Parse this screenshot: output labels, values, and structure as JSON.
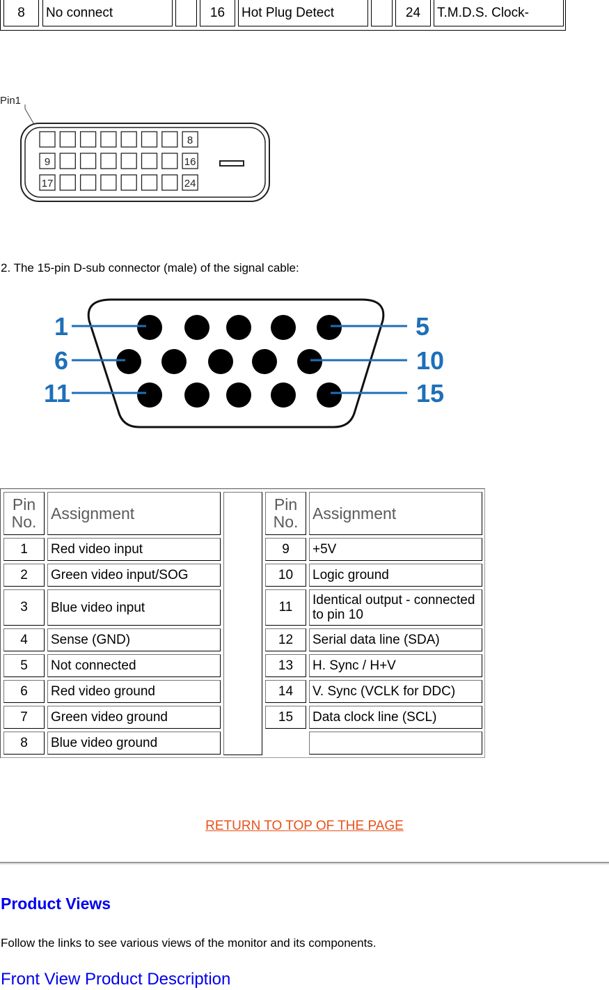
{
  "dvi_row": {
    "pin_a": "8",
    "label_a": "No connect",
    "pin_b": "16",
    "label_b": "Hot Plug Detect",
    "pin_c": "24",
    "label_c": "T.M.D.S. Clock-"
  },
  "dvi_diagram": {
    "pin1_label": "Pin1",
    "row_labels": [
      "8",
      "9",
      "16",
      "17",
      "24"
    ]
  },
  "vga_caption": "2. The 15-pin D-sub connector (male) of the signal cable:",
  "vga_diagram": {
    "labels": [
      "1",
      "5",
      "6",
      "10",
      "11",
      "15"
    ],
    "accent_color": "#1e6fb8"
  },
  "pin_table": {
    "header_pin_line1": "Pin",
    "header_pin_line2": "No.",
    "header_assignment": "Assignment",
    "left_rows": [
      {
        "pin": "1",
        "assignment": "Red video input"
      },
      {
        "pin": "2",
        "assignment": "Green video input/SOG"
      },
      {
        "pin": "3",
        "assignment": "Blue video input"
      },
      {
        "pin": "4",
        "assignment": "Sense (GND)"
      },
      {
        "pin": "5",
        "assignment": "Not connected"
      },
      {
        "pin": "6",
        "assignment": "Red video ground"
      },
      {
        "pin": "7",
        "assignment": "Green video ground"
      },
      {
        "pin": "8",
        "assignment": "Blue video ground"
      }
    ],
    "right_rows": [
      {
        "pin": "9",
        "assignment": "+5V"
      },
      {
        "pin": "10",
        "assignment": "Logic ground"
      },
      {
        "pin": "11",
        "assignment": "Identical output - connected to pin 10"
      },
      {
        "pin": "12",
        "assignment": "Serial data line (SDA)"
      },
      {
        "pin": "13",
        "assignment": "H. Sync / H+V"
      },
      {
        "pin": "14",
        "assignment": "V. Sync (VCLK for DDC)"
      },
      {
        "pin": "15",
        "assignment": "Data clock line (SCL)"
      }
    ]
  },
  "return_link": "RETURN TO TOP OF THE PAGE",
  "product_views": {
    "title": "Product Views",
    "description": "Follow the links to see various views of the monitor and its components.",
    "link_front_view": "Front View",
    "link_product_description": "Product Description"
  },
  "colors": {
    "link": "#0000ee",
    "return_link": "#e8511a",
    "header_text": "#5a5a5a"
  }
}
